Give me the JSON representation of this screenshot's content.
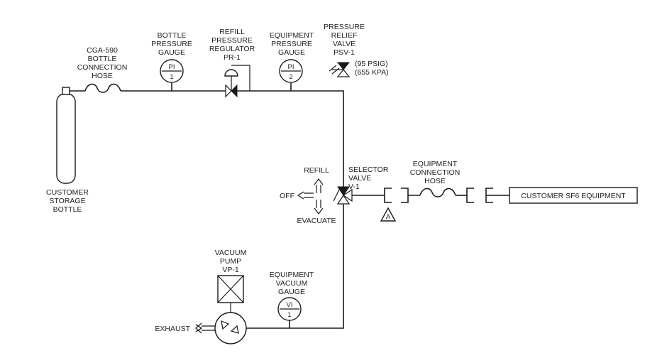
{
  "labels": {
    "hose_cga": [
      "CGA-590",
      "BOTTLE",
      "CONNECTION",
      "HOSE"
    ],
    "bottle_gauge": [
      "BOTTLE",
      "PRESSURE",
      "GAUGE"
    ],
    "regulator": [
      "REFILL",
      "PRESSURE",
      "REGULATOR",
      "PR-1"
    ],
    "equip_pressure_gauge": [
      "EQUIPMENT",
      "PRESSURE",
      "GAUGE"
    ],
    "relief_valve": [
      "PRESSURE",
      "RELIEF",
      "VALVE",
      "PSV-1"
    ],
    "relief_setting": [
      "(95 PSIG)",
      "(655 KPA)"
    ],
    "storage_bottle": [
      "CUSTOMER",
      "STORAGE",
      "BOTTLE"
    ],
    "selector_valve": [
      "SELECTOR",
      "VALVE",
      "V-1"
    ],
    "equip_hose": [
      "EQUIPMENT",
      "CONNECTION",
      "HOSE"
    ],
    "customer_equipment": "CUSTOMER SF6 EQUIPMENT",
    "refill": "REFILL",
    "off": "OFF",
    "evacuate": "EVACUATE",
    "vacuum_pump": [
      "VACUUM",
      "PUMP",
      "VP-1"
    ],
    "vacuum_gauge": [
      "EQUIPMENT",
      "VACUUM",
      "GAUGE"
    ],
    "exhaust": "EXHAUST",
    "marker_a": "A"
  },
  "gauges": {
    "pi1": {
      "tag": "PI",
      "num": "1"
    },
    "pi2": {
      "tag": "PI",
      "num": "2"
    },
    "vi1": {
      "tag": "VI",
      "num": "1"
    }
  }
}
